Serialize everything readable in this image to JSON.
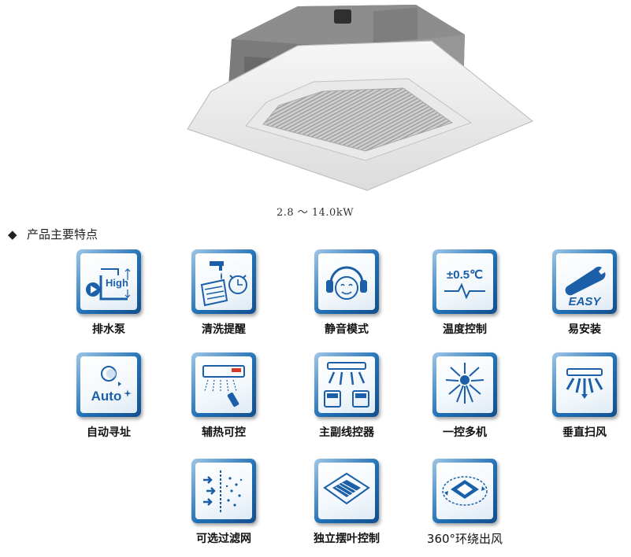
{
  "product": {
    "capacity_range": "2.8 ～ 14.0kW"
  },
  "features_heading": {
    "bullet": "◆",
    "title": "产品主要特点"
  },
  "features": [
    {
      "label": "排水泵",
      "icon": "drain-pump-icon",
      "icon_text": "High"
    },
    {
      "label": "清洗提醒",
      "icon": "cleaning-reminder-icon"
    },
    {
      "label": "静音模式",
      "icon": "silent-mode-icon"
    },
    {
      "label": "温度控制",
      "icon": "temperature-control-icon",
      "icon_text": "±0.5℃"
    },
    {
      "label": "易安装",
      "icon": "easy-install-icon",
      "icon_text": "EASY"
    },
    {
      "label": "自动寻址",
      "icon": "auto-addressing-icon",
      "icon_text": "Auto"
    },
    {
      "label": "辅热可控",
      "icon": "auxiliary-heating-icon"
    },
    {
      "label": "主副线控器",
      "icon": "master-slave-controller-icon"
    },
    {
      "label": "一控多机",
      "icon": "one-control-multi-unit-icon"
    },
    {
      "label": "垂直扫风",
      "icon": "vertical-swing-icon"
    },
    {
      "label": "可选过滤网",
      "icon": "optional-filter-icon"
    },
    {
      "label": "独立摆叶控制",
      "icon": "independent-louver-icon"
    },
    {
      "label": "360°环绕出风",
      "icon": "surround-airflow-icon"
    }
  ],
  "colors": {
    "tile_blue": "#1f6fb5",
    "icon_blue": "#1a5fa8",
    "text": "#111111"
  }
}
